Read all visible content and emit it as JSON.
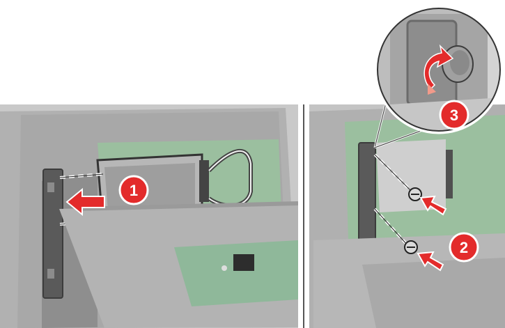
{
  "figure": {
    "steps": [
      {
        "number": "1",
        "badge_color": "#e32b2b"
      },
      {
        "number": "2",
        "badge_color": "#e32b2b"
      },
      {
        "number": "3",
        "badge_color": "#e32b2b"
      }
    ],
    "colors": {
      "background": "#ffffff",
      "panel_gray": "#bdbdbd",
      "printer_body": "#a7a7a7",
      "board_green": "#8fb89a",
      "arrow_red": "#e32b2b",
      "divider": "#555555"
    }
  }
}
